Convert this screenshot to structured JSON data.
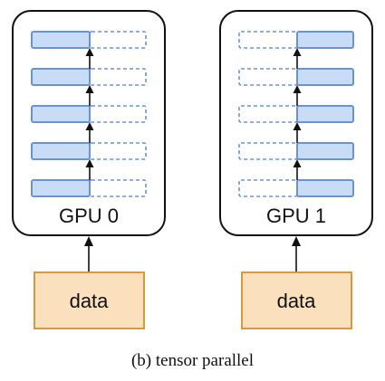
{
  "gpus": [
    {
      "label": "GPU 0",
      "active_side": "left",
      "shard_count": 5
    },
    {
      "label": "GPU 1",
      "active_side": "right",
      "shard_count": 5
    }
  ],
  "data_inputs": [
    {
      "label": "data"
    },
    {
      "label": "data"
    }
  ],
  "caption": "(b) tensor parallel",
  "colors": {
    "block_fill": "#c9dcf6",
    "block_stroke": "#6a93d1",
    "data_fill": "#fbe0be",
    "data_stroke": "#d69a3a",
    "outline": "#111111"
  }
}
